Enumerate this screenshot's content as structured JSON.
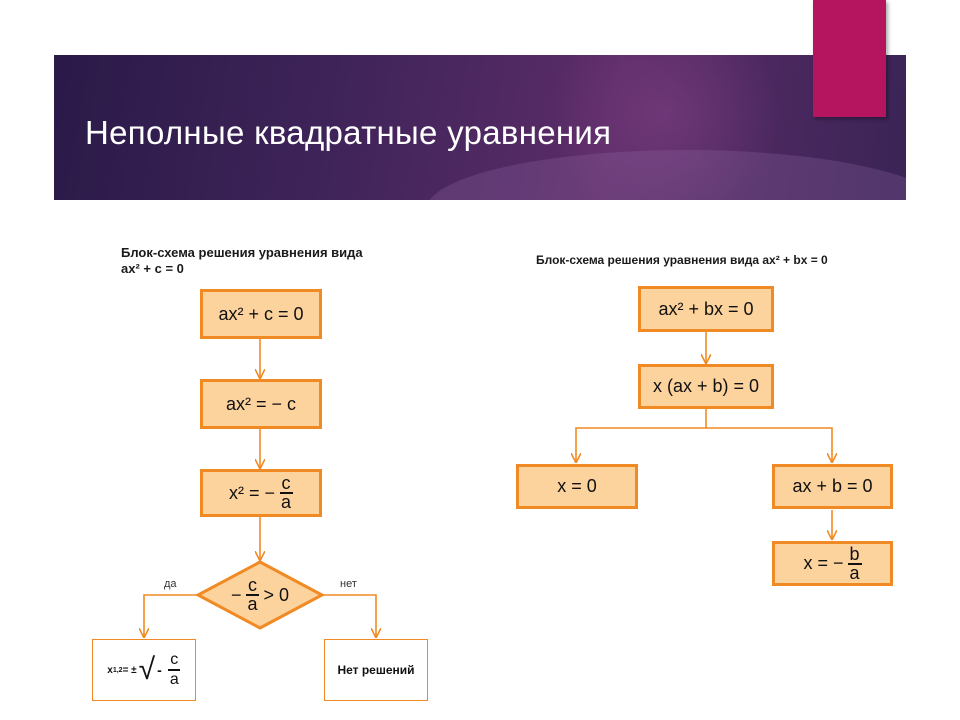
{
  "slide": {
    "title": "Неполные квадратные уравнения"
  },
  "left": {
    "caption_line1": "Блок-схема решения уравнения вида",
    "caption_line2": "ax² + c = 0",
    "box1": "ax² + c = 0",
    "box2": "ax² = − c",
    "box3": {
      "lhs": "x² = −",
      "num": "c",
      "den": "a"
    },
    "diamond": {
      "sign": "−",
      "num": "c",
      "den": "a",
      "rhs": "> 0"
    },
    "yes_label": "да",
    "no_label": "нет",
    "result_yes": {
      "lhs": "x",
      "sub": "1,2",
      "eq": " = ±",
      "radical": "√",
      "minus": "-",
      "num": "c",
      "den": "a"
    },
    "result_no": "Нет решений"
  },
  "right": {
    "caption": "Блок-схема решения уравнения вида ax² + bx = 0",
    "box1": "ax² + bx = 0",
    "box2": "x (ax + b) = 0",
    "box_left": "x = 0",
    "box_right": "ax + b = 0",
    "box_final": {
      "lhs": "x = −",
      "num": "b",
      "den": "a"
    }
  },
  "colors": {
    "box_fill": "#fcd29d",
    "box_border": "#f08a24",
    "accent": "#b5155e",
    "banner": "#40245a"
  }
}
